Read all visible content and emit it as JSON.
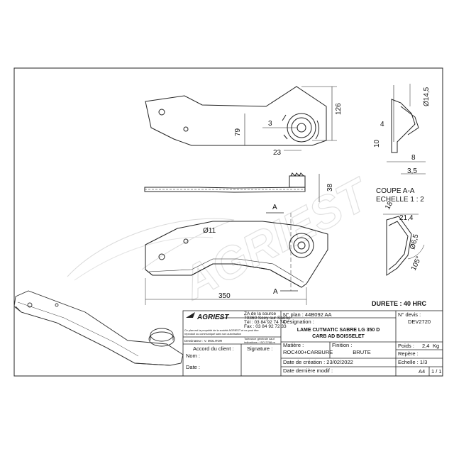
{
  "drawing": {
    "dims": {
      "d126": "126",
      "d79": "79",
      "d3": "3",
      "d23": "23",
      "d38": "38",
      "d350": "350",
      "d4": "4",
      "d10": "10",
      "d8": "8",
      "d35": "3,5",
      "d145": "Ø14,5",
      "d11": "Ø11",
      "d214": "21,4",
      "d18": "18",
      "d65": "Ø6,5",
      "d105": "105°"
    },
    "section_marker": "A",
    "section_title": "COUPE A-A",
    "section_scale": "ECHELLE 1 : 2",
    "hardness": "DURETE : 40 HRC",
    "watermark": "AGRIEST"
  },
  "title_block": {
    "logo": "AGRIEST",
    "address": [
      "ZA de la source",
      "70360 Scey sur Saône",
      "Tél : 03 84 92 74 74",
      "Fax : 03 84 92 72 33"
    ],
    "ownership": [
      "Ce plan est la propriété de la société AGRIEST et ne peut être",
      "reproduit ou communiqué sans son autorisation"
    ],
    "designer": "Dessinateur : V. MOLITOR",
    "reference": [
      "Tolérance générale sauf",
      "indications : ISO 2768-m"
    ],
    "client_approval": "Accord du client :",
    "signature": "Signature :",
    "name_label": "Nom :",
    "date_label": "Date :",
    "plan_no": "N° plan : 44B092 AA",
    "designation_label": "Désignation :",
    "designation": [
      "LAME CUTMATIC SABRE LG 350 D",
      "CARB AD BOISSELET"
    ],
    "material_label": "Matière :",
    "material": "ROC400+CARBURE",
    "finish_label": "Finition :",
    "finish": "BRUTE",
    "created": "Date de création : 23/02/2022",
    "last_modified": "Date dernière modif :",
    "devis_label": "N° devis :",
    "devis": "DEV2720",
    "weight_label": "Poids :",
    "weight": "2,4",
    "weight_unit": "Kg",
    "repere_label": "Repère :",
    "echelle": "Echelle : 1/3",
    "format": "A4",
    "page": "1 / 1"
  }
}
